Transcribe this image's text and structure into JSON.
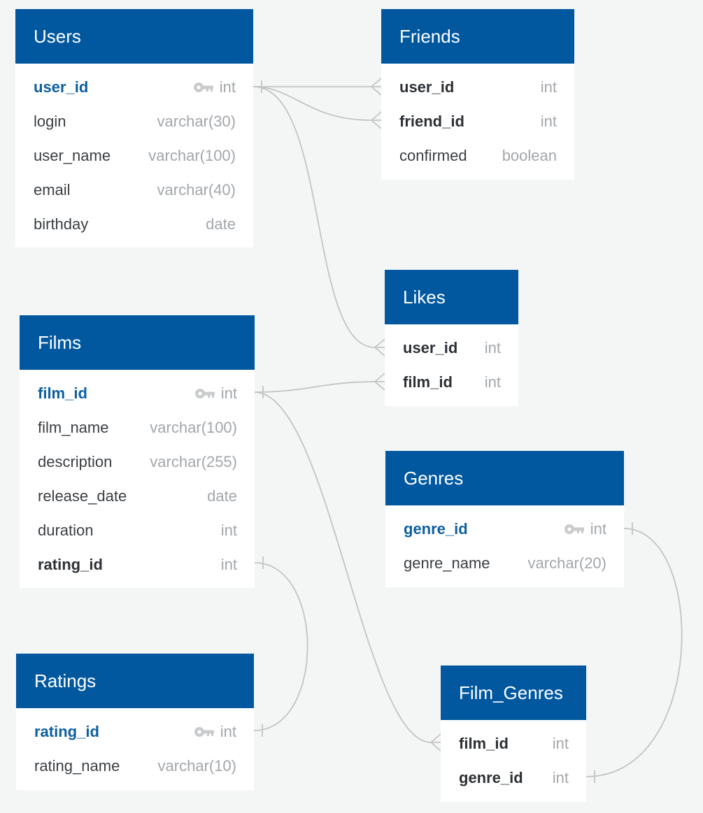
{
  "tables": {
    "users": {
      "name": "Users",
      "fields": [
        {
          "name": "user_id",
          "type": "int",
          "pk": true
        },
        {
          "name": "login",
          "type": "varchar(30)"
        },
        {
          "name": "user_name",
          "type": "varchar(100)"
        },
        {
          "name": "email",
          "type": "varchar(40)"
        },
        {
          "name": "birthday",
          "type": "date"
        }
      ]
    },
    "friends": {
      "name": "Friends",
      "fields": [
        {
          "name": "user_id",
          "type": "int",
          "fk": true
        },
        {
          "name": "friend_id",
          "type": "int",
          "fk": true
        },
        {
          "name": "confirmed",
          "type": "boolean"
        }
      ]
    },
    "likes": {
      "name": "Likes",
      "fields": [
        {
          "name": "user_id",
          "type": "int",
          "fk": true
        },
        {
          "name": "film_id",
          "type": "int",
          "fk": true
        }
      ]
    },
    "films": {
      "name": "Films",
      "fields": [
        {
          "name": "film_id",
          "type": "int",
          "pk": true
        },
        {
          "name": "film_name",
          "type": "varchar(100)"
        },
        {
          "name": "description",
          "type": "varchar(255)"
        },
        {
          "name": "release_date",
          "type": "date"
        },
        {
          "name": "duration",
          "type": "int"
        },
        {
          "name": "rating_id",
          "type": "int",
          "fk": true
        }
      ]
    },
    "genres": {
      "name": "Genres",
      "fields": [
        {
          "name": "genre_id",
          "type": "int",
          "pk": true
        },
        {
          "name": "genre_name",
          "type": "varchar(20)"
        }
      ]
    },
    "ratings": {
      "name": "Ratings",
      "fields": [
        {
          "name": "rating_id",
          "type": "int",
          "pk": true
        },
        {
          "name": "rating_name",
          "type": "varchar(10)"
        }
      ]
    },
    "film_genres": {
      "name": "Film_Genres",
      "fields": [
        {
          "name": "film_id",
          "type": "int",
          "fk": true
        },
        {
          "name": "genre_id",
          "type": "int",
          "fk": true
        }
      ]
    }
  },
  "relationships": [
    {
      "from": "users.user_id",
      "to": "friends.user_id",
      "cardinality": "one-to-many"
    },
    {
      "from": "users.user_id",
      "to": "friends.friend_id",
      "cardinality": "one-to-many"
    },
    {
      "from": "users.user_id",
      "to": "likes.user_id",
      "cardinality": "one-to-many"
    },
    {
      "from": "films.film_id",
      "to": "likes.film_id",
      "cardinality": "one-to-many"
    },
    {
      "from": "films.film_id",
      "to": "film_genres.film_id",
      "cardinality": "one-to-many"
    },
    {
      "from": "films.rating_id",
      "to": "ratings.rating_id",
      "cardinality": "one-to-one"
    },
    {
      "from": "genres.genre_id",
      "to": "film_genres.genre_id",
      "cardinality": "one-to-one"
    }
  ],
  "colors": {
    "header_background": "#01589f",
    "header_text": "#ffffff",
    "primary_key": "#0d5f9f",
    "foreign_key": "#2d3135",
    "type_text": "#a3a7ab",
    "relation_line": "#c3c4c4",
    "canvas_background": "#f4f5f5"
  }
}
